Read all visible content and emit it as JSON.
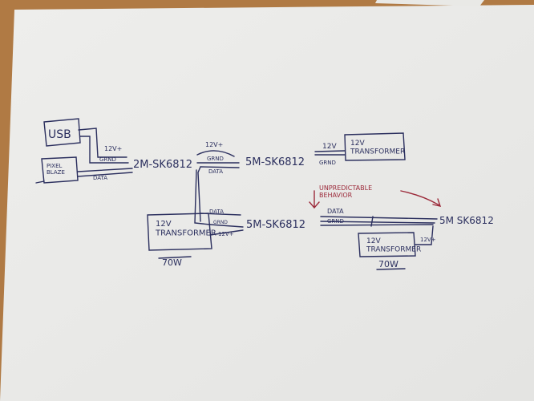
{
  "diagram": {
    "nodes": {
      "usb": "USB",
      "pixelblaze": "PIXEL\nBLAZE",
      "strip_2m": "2M-SK6812",
      "strip_5m_top": "5M-SK6812",
      "transformer_top": "12V\nTRANSFORMER",
      "strip_5m_mid": "5M-SK6812",
      "transformer_left": "12V\nTRANSFORMER",
      "transformer_left_watt": "70W",
      "strip_5m_right": "5M SK6812",
      "transformer_right": "12V\nTRANSFORMER",
      "transformer_right_watt": "70W"
    },
    "wire_labels": {
      "pb_12v": "12V+",
      "pb_grnd": "GRND",
      "pb_data": "DATA",
      "s2_12v": "12V+",
      "s2_grnd": "GRND",
      "s2_data": "DATA",
      "top_12v": "12V",
      "top_grnd": "GRND",
      "mid_data": "DATA",
      "mid_grnd": "GRND",
      "left_12v": "12V+",
      "right_data": "DATA",
      "right_grnd": "GRND",
      "right_12v": "12V+"
    },
    "annotation": "UNPREDICTABLE\nBEHAVIOR",
    "colors": {
      "ink": "#2b2f5e",
      "red_ink": "#9c2a3a",
      "paper": "#f1f1ef",
      "table": "#b07a44"
    }
  }
}
